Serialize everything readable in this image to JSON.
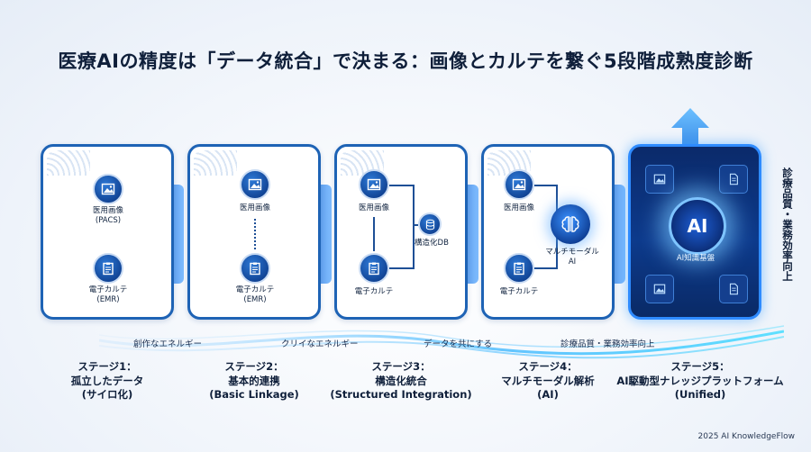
{
  "title": "医療AIの精度は「データ統合」で決まる：画像とカルテを繋ぐ5段階成熟度診断",
  "stages": [
    {
      "label_lines": [
        "ステージ1：",
        "孤立したデータ",
        "(サイロ化)"
      ],
      "items": [
        {
          "label_lines": [
            "医用画像",
            "(PACS)"
          ],
          "icon": "image-icon"
        },
        {
          "label_lines": [
            "電子カルテ",
            "(EMR)"
          ],
          "icon": "clipboard-icon"
        }
      ]
    },
    {
      "label_lines": [
        "ステージ2：",
        "基本的連携",
        "(Basic Linkage)"
      ],
      "items": [
        {
          "label_lines": [
            "医用画像"
          ],
          "icon": "image-icon"
        },
        {
          "label_lines": [
            "電子カルテ",
            "(EMR)"
          ],
          "icon": "clipboard-icon"
        }
      ]
    },
    {
      "label_lines": [
        "ステージ3：",
        "構造化統合",
        "(Structured Integration)"
      ],
      "items": [
        {
          "label_lines": [
            "医用画像"
          ],
          "icon": "image-icon"
        },
        {
          "label_lines": [
            "電子カルテ"
          ],
          "icon": "clipboard-icon"
        }
      ],
      "db_label": "構造化DB"
    },
    {
      "label_lines": [
        "ステージ4：",
        "マルチモーダル解析",
        "(AI)"
      ],
      "items": [
        {
          "label_lines": [
            "医用画像"
          ],
          "icon": "image-icon"
        },
        {
          "label_lines": [
            "電子カルテ"
          ],
          "icon": "clipboard-icon"
        }
      ],
      "ai_label_lines": [
        "マルチモーダル",
        "AI"
      ]
    },
    {
      "label_lines": [
        "ステージ5：",
        "AI駆動型ナレッジプラットフォーム",
        "(Unified)"
      ],
      "core_text": "AI",
      "core_label": "AI知識基盤"
    }
  ],
  "energy_labels": [
    "創作なエネルギー",
    "クリイなエネルギー",
    "データを共にする",
    "診療品質・業務効率向上"
  ],
  "side_label": "診療品質・業務効率向上",
  "footer": "2025 AI KnowledgeFlow",
  "colors": {
    "accent": "#1e63b5",
    "dark": "#0c2f7a",
    "glow": "#7ec4ff"
  }
}
